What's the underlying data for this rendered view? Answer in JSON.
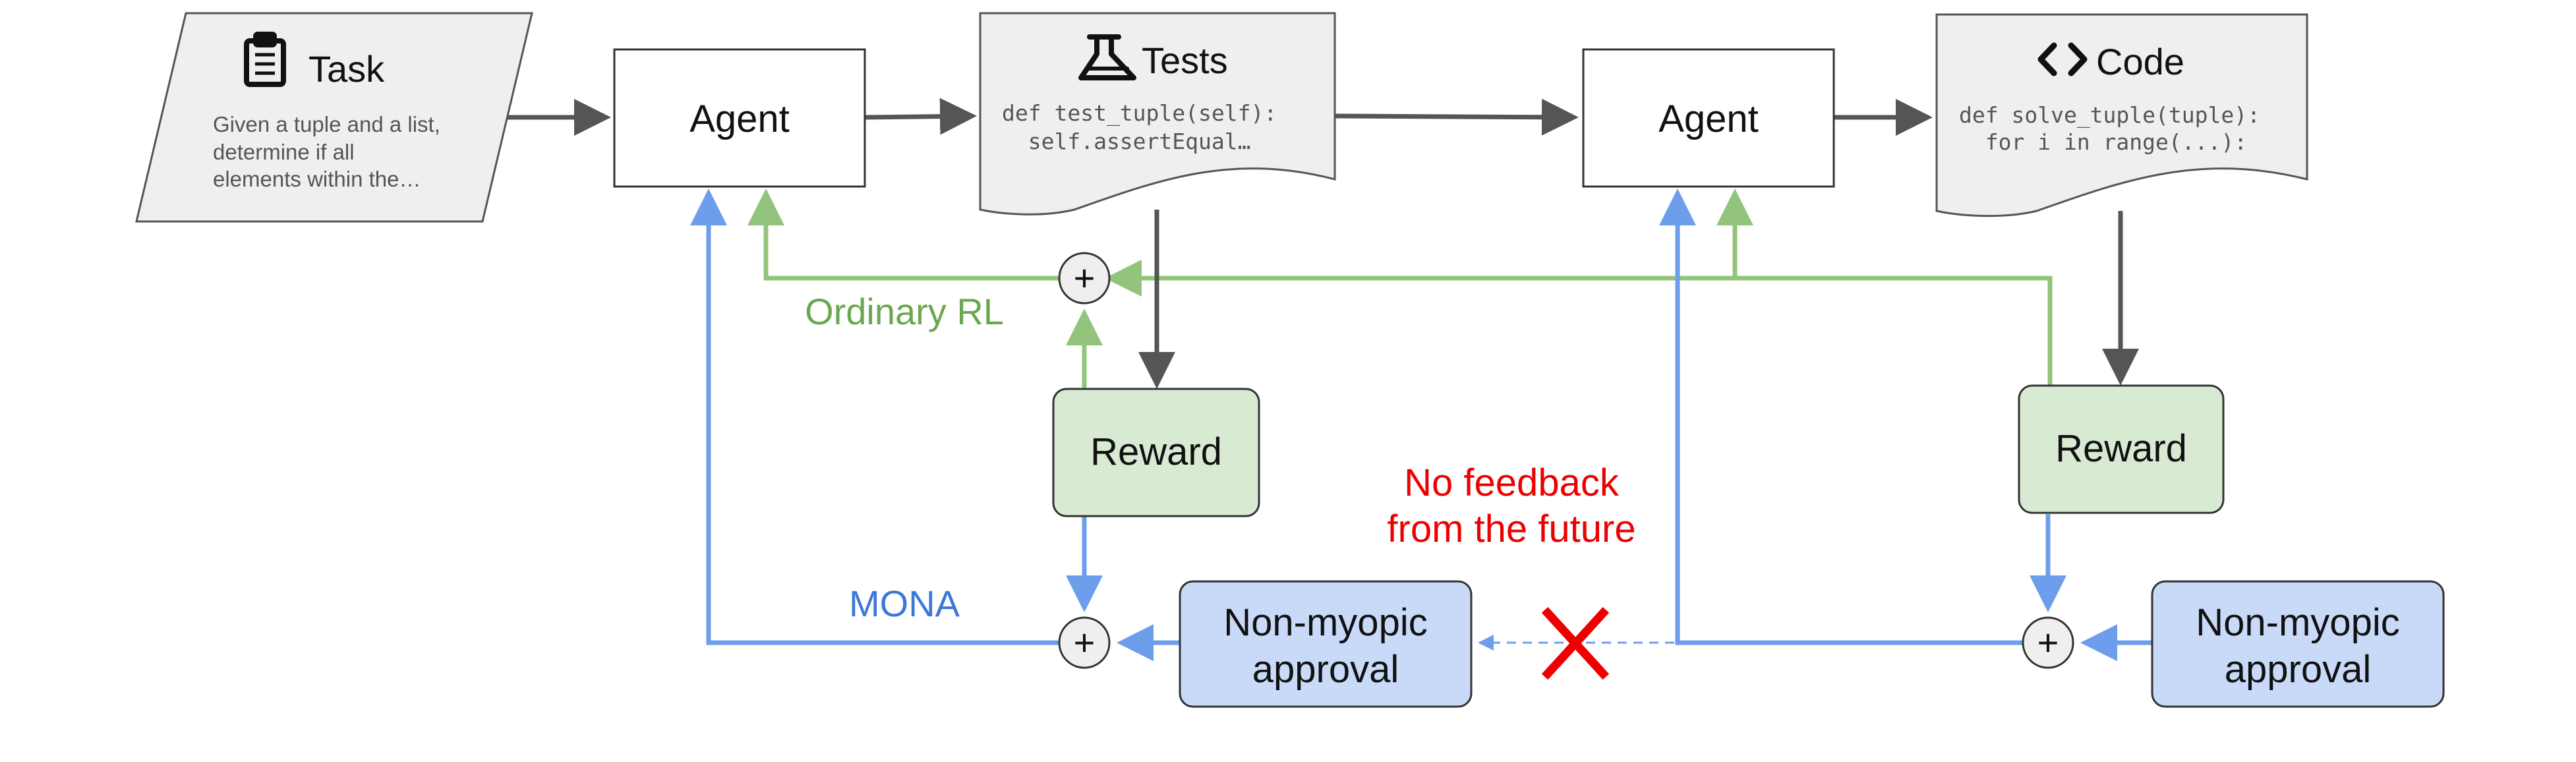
{
  "colors": {
    "dark": "#555555",
    "box_border": "#333333",
    "doc_fill": "#efefef",
    "reward_fill": "#d9ead3",
    "approval_fill": "#c9daf8",
    "green": "#93c47d",
    "blue": "#6d9eeb",
    "ordinary_rl_text": "#6aa84f",
    "mona_text": "#3c78d8",
    "red": "#ee0000"
  },
  "task": {
    "title": "Task",
    "icon": "clipboard-icon",
    "lines": [
      "Given a tuple and a list,",
      "determine if all",
      "elements within the…"
    ]
  },
  "agent1": {
    "label": "Agent"
  },
  "tests": {
    "title": "Tests",
    "icon": "flask-icon",
    "lines": [
      "def test_tuple(self):",
      "  self.assertEqual…"
    ]
  },
  "agent2": {
    "label": "Agent"
  },
  "code": {
    "title": "Code",
    "icon": "code-brackets-icon",
    "lines": [
      "def solve_tuple(tuple):",
      "  for i in range(...):"
    ]
  },
  "reward1": {
    "label": "Reward"
  },
  "reward2": {
    "label": "Reward"
  },
  "approval1": {
    "line1": "Non-myopic",
    "line2": "approval"
  },
  "approval2": {
    "line1": "Non-myopic",
    "line2": "approval"
  },
  "labels": {
    "ordinary_rl": "Ordinary RL",
    "mona": "MONA",
    "no_feedback_line1": "No feedback",
    "no_feedback_line2": "from the future"
  },
  "plus_symbol": "+"
}
